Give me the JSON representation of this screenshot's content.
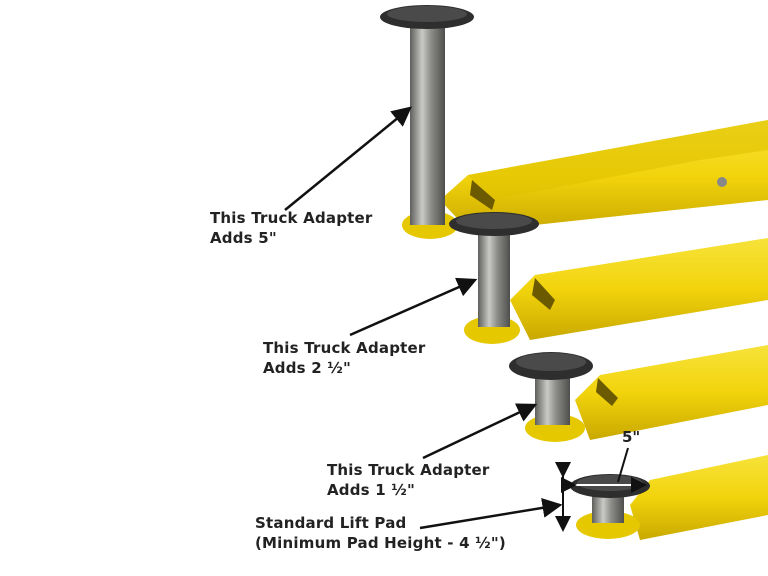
{
  "labels": [
    {
      "line1": "This Truck Adapter",
      "line2": "Adds 5\""
    },
    {
      "line1": "This Truck Adapter",
      "line2": "Adds 2 ½\""
    },
    {
      "line1": "This Truck Adapter",
      "line2": "Adds 1 ½\""
    },
    {
      "line1": "Standard Lift Pad",
      "line2": "(Minimum Pad Height -   4 ½\")"
    }
  ],
  "pad_diameter": "5\"",
  "colors": {
    "arm": "#f2d40c",
    "arm_shade": "#c9a800",
    "steel": "#8a8a88",
    "rubber": "#3a3a3a",
    "text": "#222222"
  }
}
